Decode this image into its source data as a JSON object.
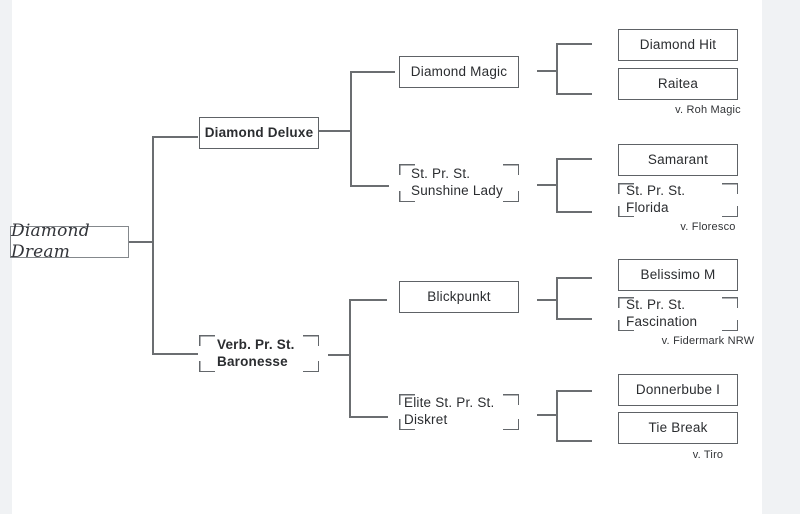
{
  "diagram": {
    "type": "horse-pedigree-tree",
    "line_color": "#6b6e71",
    "background_color": "#ffffff",
    "side_strip_color": "#f0f2f4",
    "subject": {
      "label": "Diamond Dream"
    },
    "sire": {
      "label": "Diamond Deluxe",
      "sire": {
        "label": "Diamond Magic",
        "sire": {
          "label": "Diamond Hit"
        },
        "dam": {
          "label": "Raitea",
          "note": "v. Roh Magic"
        }
      },
      "dam": {
        "label": "St. Pr. St.\nSunshine Lady",
        "sire": {
          "label": "Samarant"
        },
        "dam": {
          "label": "St. Pr. St.\nFlorida",
          "note": "v. Floresco"
        }
      }
    },
    "dam": {
      "label": "Verb. Pr. St.\nBaronesse",
      "sire": {
        "label": "Blickpunkt",
        "sire": {
          "label": "Belissimo M"
        },
        "dam": {
          "label": "St. Pr. St.\nFascination",
          "note": "v. Fidermark NRW"
        }
      },
      "dam": {
        "label": "Elite St. Pr. St.\nDiskret",
        "sire": {
          "label": "Donnerbube I"
        },
        "dam": {
          "label": "Tie Break",
          "note": "v. Tiro"
        }
      }
    }
  }
}
